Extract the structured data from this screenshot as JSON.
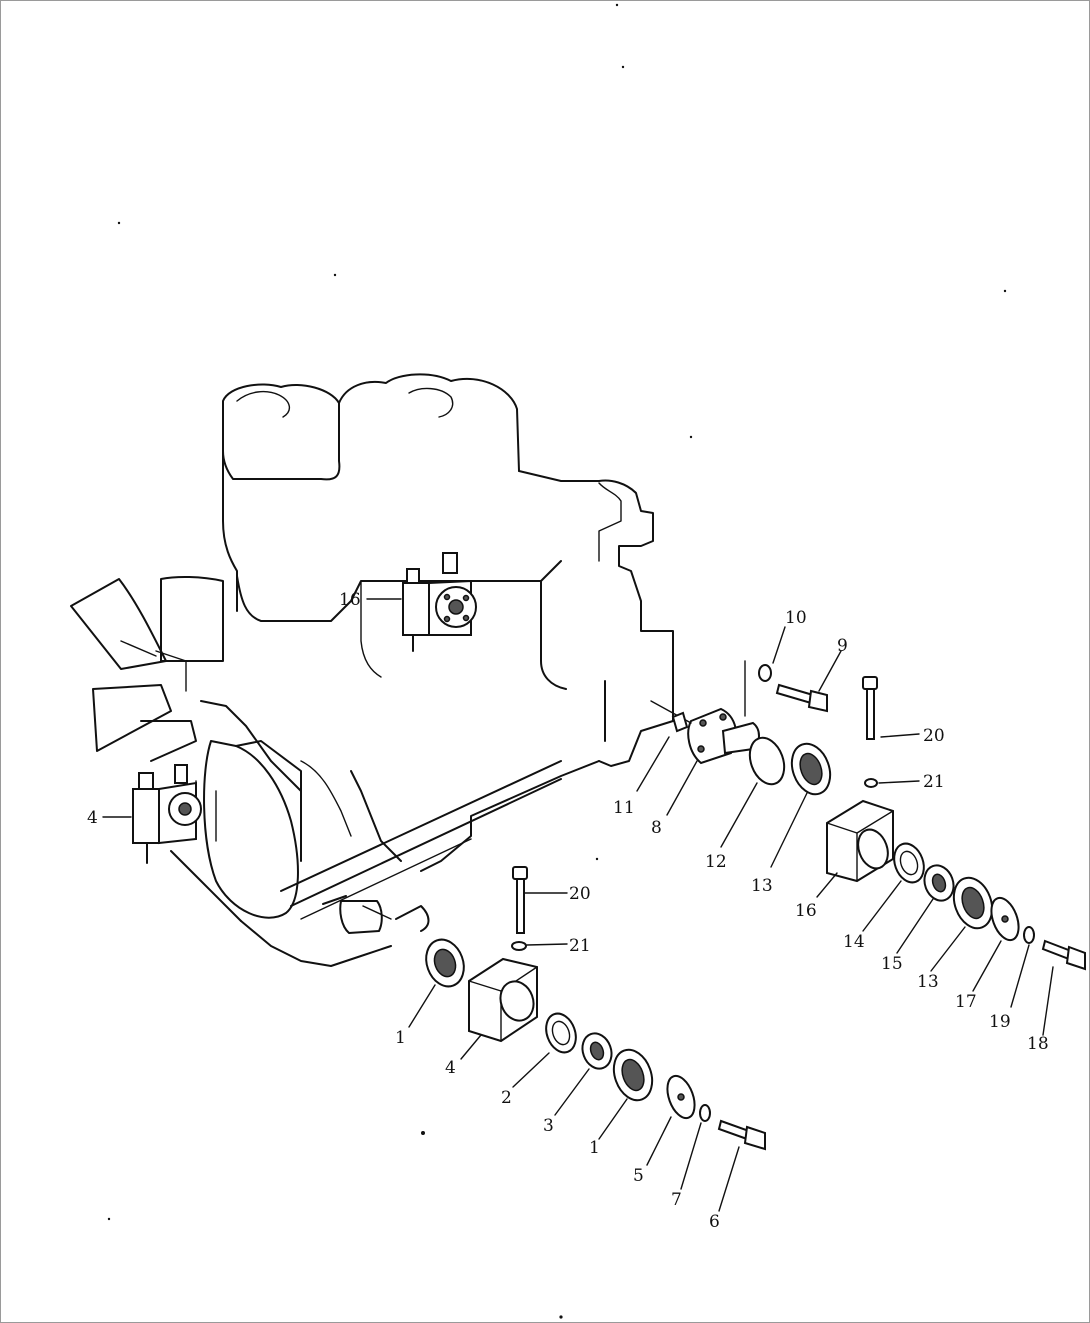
{
  "diagram": {
    "colors": {
      "ink": "#111111",
      "background": "#ffffff"
    },
    "callouts": {
      "c16_top": "16",
      "c10": "10",
      "c9": "9",
      "c20_right": "20",
      "c21_right": "21",
      "c4_left": "4",
      "c11": "11",
      "c8": "8",
      "c12": "12",
      "c13_a": "13",
      "c16_right": "16",
      "c20_center": "20",
      "c21_center": "21",
      "c14": "14",
      "c15": "15",
      "c13_b": "13",
      "c17": "17",
      "c19": "19",
      "c18": "18",
      "c1_a": "1",
      "c4_center": "4",
      "c2": "2",
      "c3": "3",
      "c1_b": "1",
      "c5": "5",
      "c7": "7",
      "c6": "6"
    }
  }
}
